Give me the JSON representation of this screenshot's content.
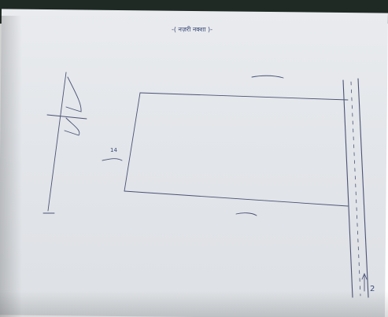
{
  "header": {
    "line1": "-( नज़री नक्शा )-",
    "line2": "",
    "line3": ""
  },
  "sketch": {
    "label_top_left": "",
    "label_left_mid_a": "",
    "label_left_mid_b": "",
    "label_bottom_left": "",
    "label_top_center": "",
    "label_center": "",
    "label_center_sub": "",
    "label_left_rect_num": "14",
    "label_left_rect": "",
    "label_right_rect": "",
    "label_bottom_rect": "",
    "label_bottom_rect_num": "",
    "label_road_bottom": "",
    "label_road_num": "2"
  },
  "signature": {
    "text": "",
    "stamp": ""
  }
}
